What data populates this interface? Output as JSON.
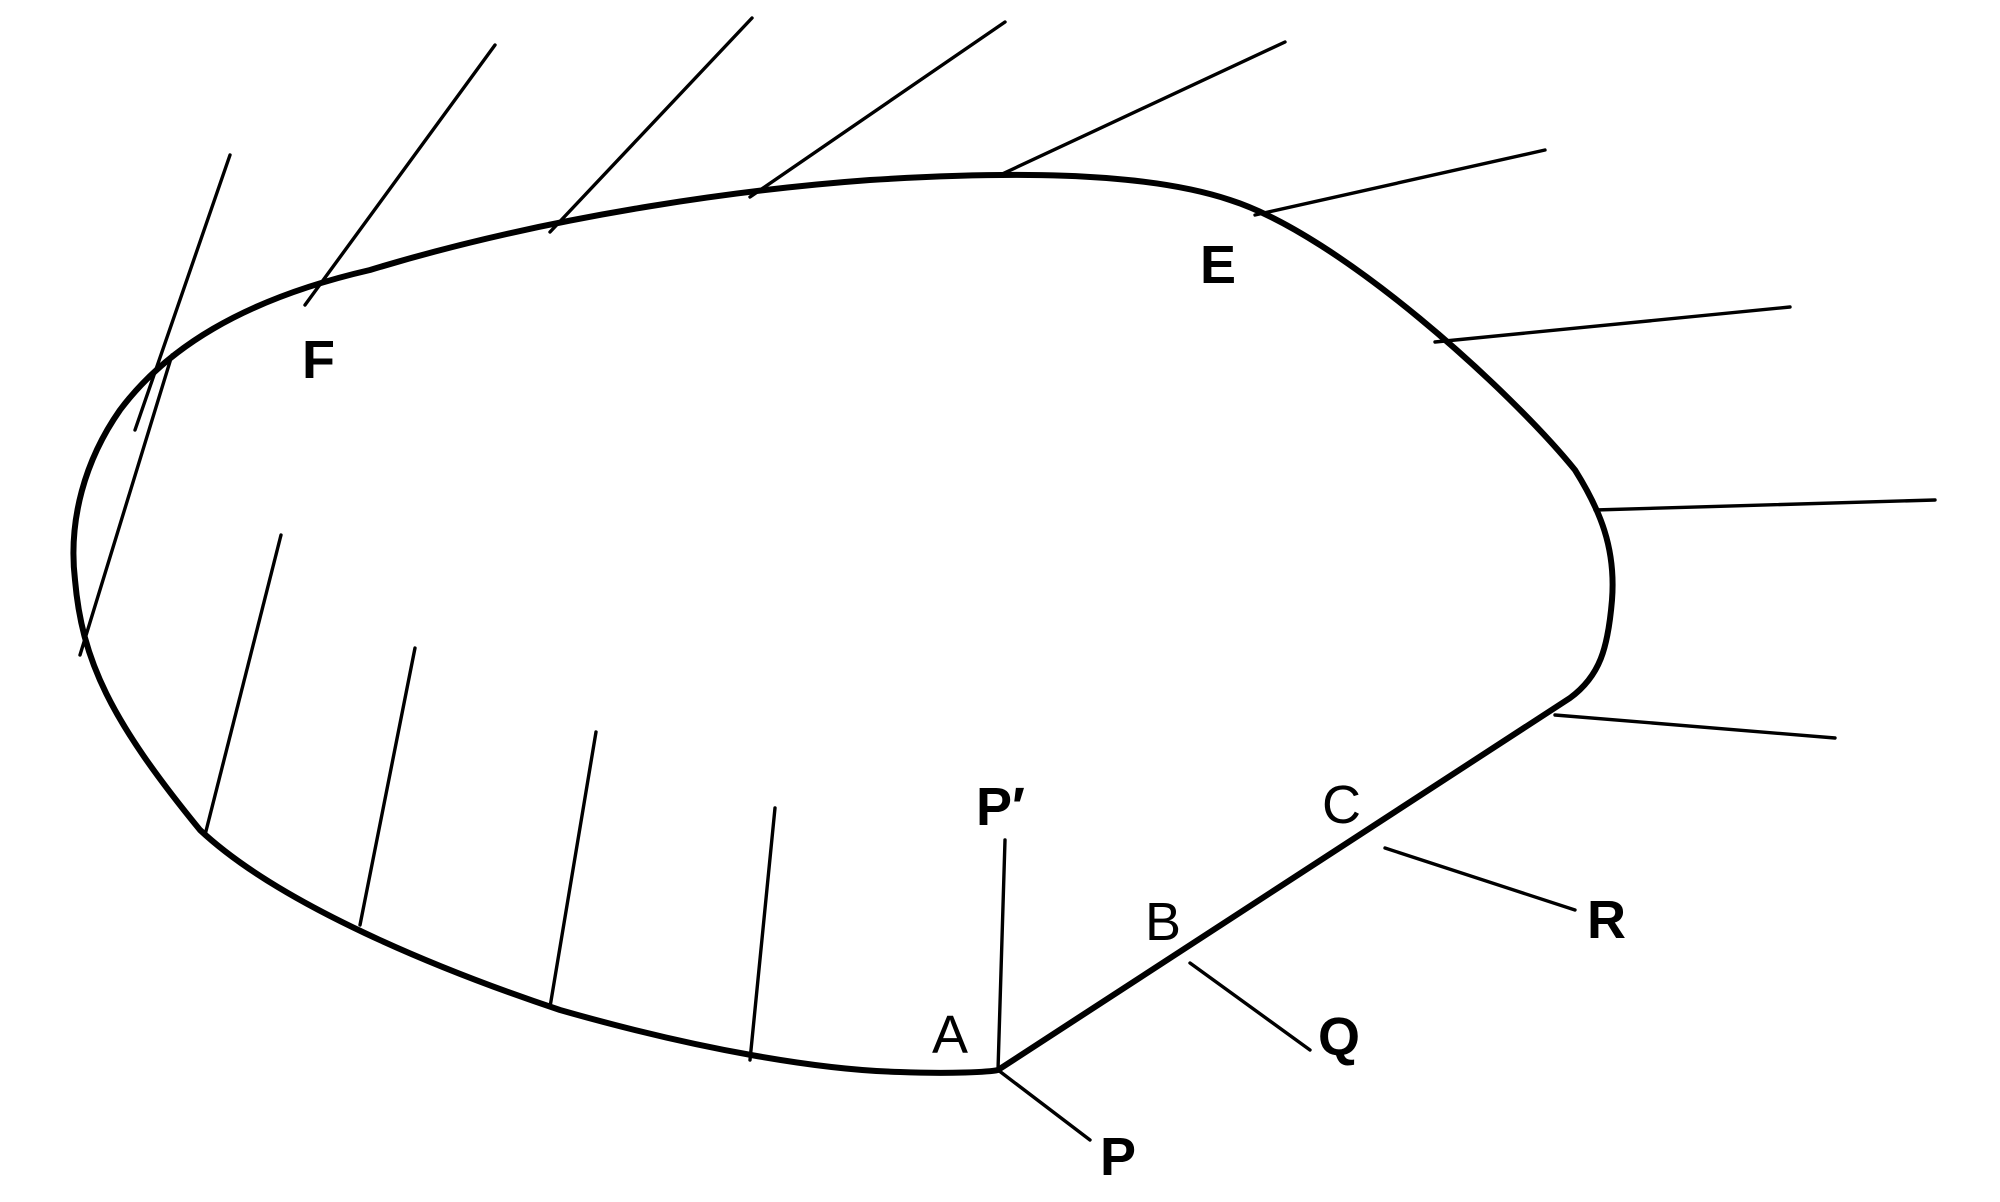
{
  "diagram": {
    "labels": {
      "E": "E",
      "F": "F",
      "A": "A",
      "B": "B",
      "C": "C",
      "P": "P",
      "P_prime": "P′",
      "Q": "Q",
      "R": "R"
    },
    "colors": {
      "stroke": "#000000",
      "background": "#ffffff"
    }
  }
}
